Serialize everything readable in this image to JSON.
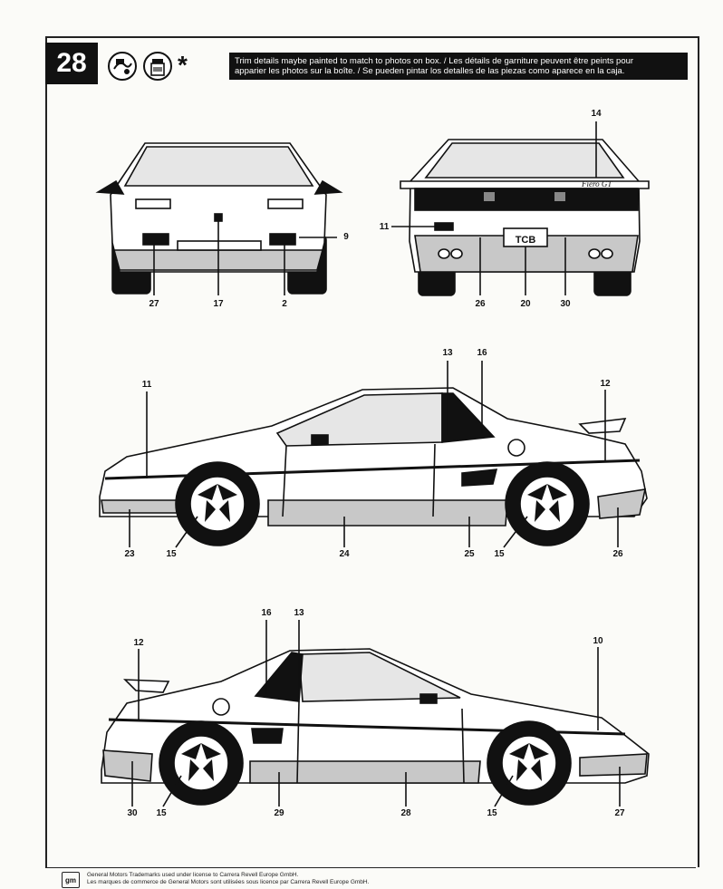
{
  "step": {
    "number": "28"
  },
  "icons": [
    {
      "name": "decal-application-icon",
      "label": ""
    },
    {
      "name": "paint-jar-icon",
      "label": ""
    },
    {
      "name": "asterisk-icon",
      "label": "*"
    }
  ],
  "trim_note": {
    "line1": "Trim details maybe painted to match to photos on box. / Les détails de garniture peuvent être peints pour",
    "line2": "apparier les photos sur la boîte. / Se pueden pintar los detalles de las piezas como aparece en la caja."
  },
  "views": {
    "front": {
      "callouts": [
        "27",
        "17",
        "2",
        "9"
      ]
    },
    "rear": {
      "plate_text": "TCB",
      "badge_text": "Fiero GT",
      "callouts": [
        "14",
        "11",
        "26",
        "20",
        "30"
      ]
    },
    "left_side": {
      "callouts": [
        "11",
        "13",
        "16",
        "12",
        "23",
        "15",
        "24",
        "25",
        "15",
        "26"
      ]
    },
    "right_side": {
      "callouts": [
        "16",
        "13",
        "12",
        "10",
        "30",
        "15",
        "29",
        "28",
        "15",
        "27"
      ]
    }
  },
  "footer": {
    "logo": "gm",
    "line1": "General Motors Trademarks used under license to Carrera Revell Europe GmbH.",
    "line2": "Les marques de commerce de General Motors sont utilisées sous licence par Carrera Revell Europe GmbH."
  },
  "colors": {
    "ink": "#111111",
    "stripe_gray": "#c8c8c8",
    "glass_gray": "#e6e6e6",
    "paper": "#fbfbf8"
  }
}
